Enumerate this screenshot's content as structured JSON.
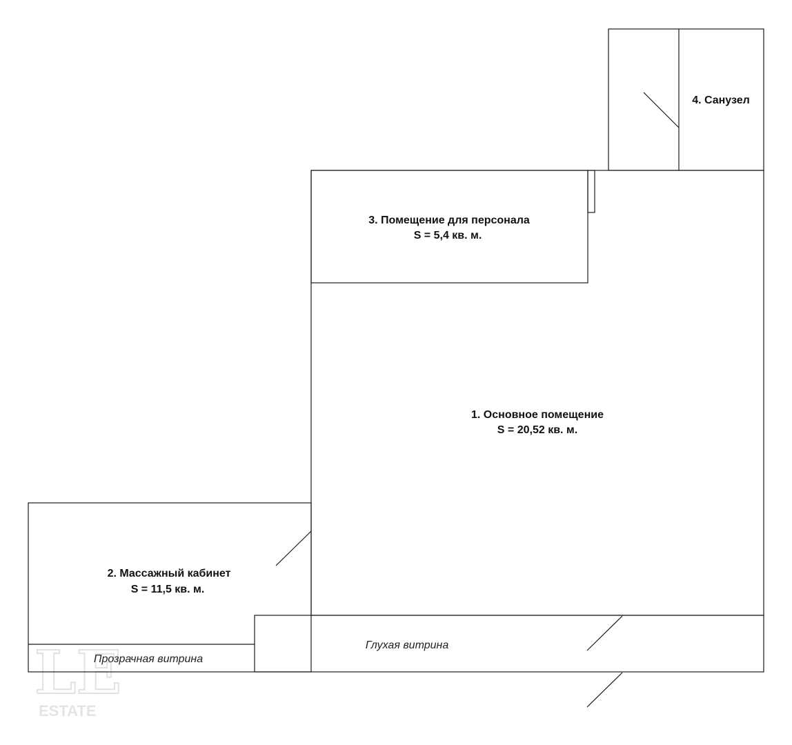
{
  "rooms": [
    {
      "id": "main",
      "name": "1. Основное помещение",
      "area": "S = 20,52 кв. м."
    },
    {
      "id": "massage",
      "name": "2. Массажный кабинет",
      "area": "S = 11,5 кв. м."
    },
    {
      "id": "staff",
      "name": "3. Помещение для персонала",
      "area": "S = 5,4 кв. м."
    },
    {
      "id": "bathroom",
      "name": "4. Санузел"
    }
  ],
  "windows": {
    "transparent": "Прозрачная витрина",
    "blank": "Глухая витрина"
  },
  "watermark": {
    "monogram": "LE",
    "brand": "ESTATE"
  },
  "colors": {
    "line": "#1a1a1a",
    "text": "#111111",
    "watermark": "#e2e2e2",
    "background": "#ffffff"
  }
}
